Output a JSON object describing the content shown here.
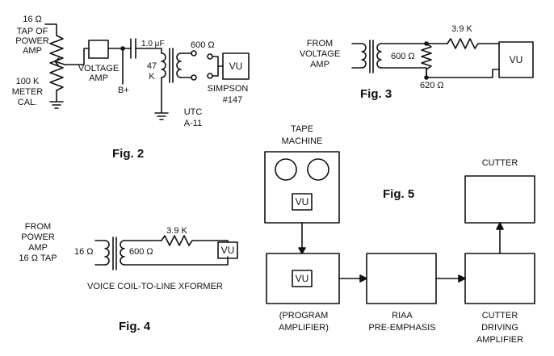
{
  "fig2": {
    "caption": "Fig. 2",
    "tap_ohm": "16 Ω",
    "tap_line2": "TAP OF",
    "tap_line3": "POWER",
    "tap_line4": "AMP",
    "meter_line1": "100 K",
    "meter_line2": "METER",
    "meter_line3": "CAL.",
    "voltage_amp_line1": "VOLTAGE",
    "voltage_amp_line2": "AMP",
    "b_plus": "B+",
    "cap_value": "1.0 μF",
    "res_line1": "47",
    "res_line2": "K",
    "sec_ohm": "600 Ω",
    "vu": "VU",
    "simpson_line1": "SIMPSON",
    "simpson_line2": "#147",
    "utc_line1": "UTC",
    "utc_line2": "A-11"
  },
  "fig3": {
    "caption": "Fig. 3",
    "from_line1": "FROM",
    "from_line2": "VOLTAGE",
    "from_line3": "AMP",
    "sec_ohm": "600 Ω",
    "series_res": "3.9 K",
    "shunt_res": "620 Ω",
    "vu": "VU"
  },
  "fig4": {
    "caption": "Fig. 4",
    "from_line1": "FROM",
    "from_line2": "POWER",
    "from_line3": "AMP",
    "from_line4": "16 Ω TAP",
    "pri_ohm": "16 Ω",
    "sec_ohm": "600 Ω",
    "series_res": "3.9 K",
    "vu": "VU",
    "xformer_label": "VOICE COIL-TO-LINE XFORMER"
  },
  "fig5": {
    "caption": "Fig. 5",
    "tape_line1": "TAPE",
    "tape_line2": "MACHINE",
    "tape_vu": "VU",
    "program_vu": "VU",
    "program_line1": "(PROGRAM",
    "program_line2": "AMPLIFIER)",
    "riaa_line1": "RIAA",
    "riaa_line2": "PRE-EMPHASIS",
    "cutter_label": "CUTTER",
    "driving_line1": "CUTTER",
    "driving_line2": "DRIVING",
    "driving_line3": "AMPLIFIER"
  }
}
